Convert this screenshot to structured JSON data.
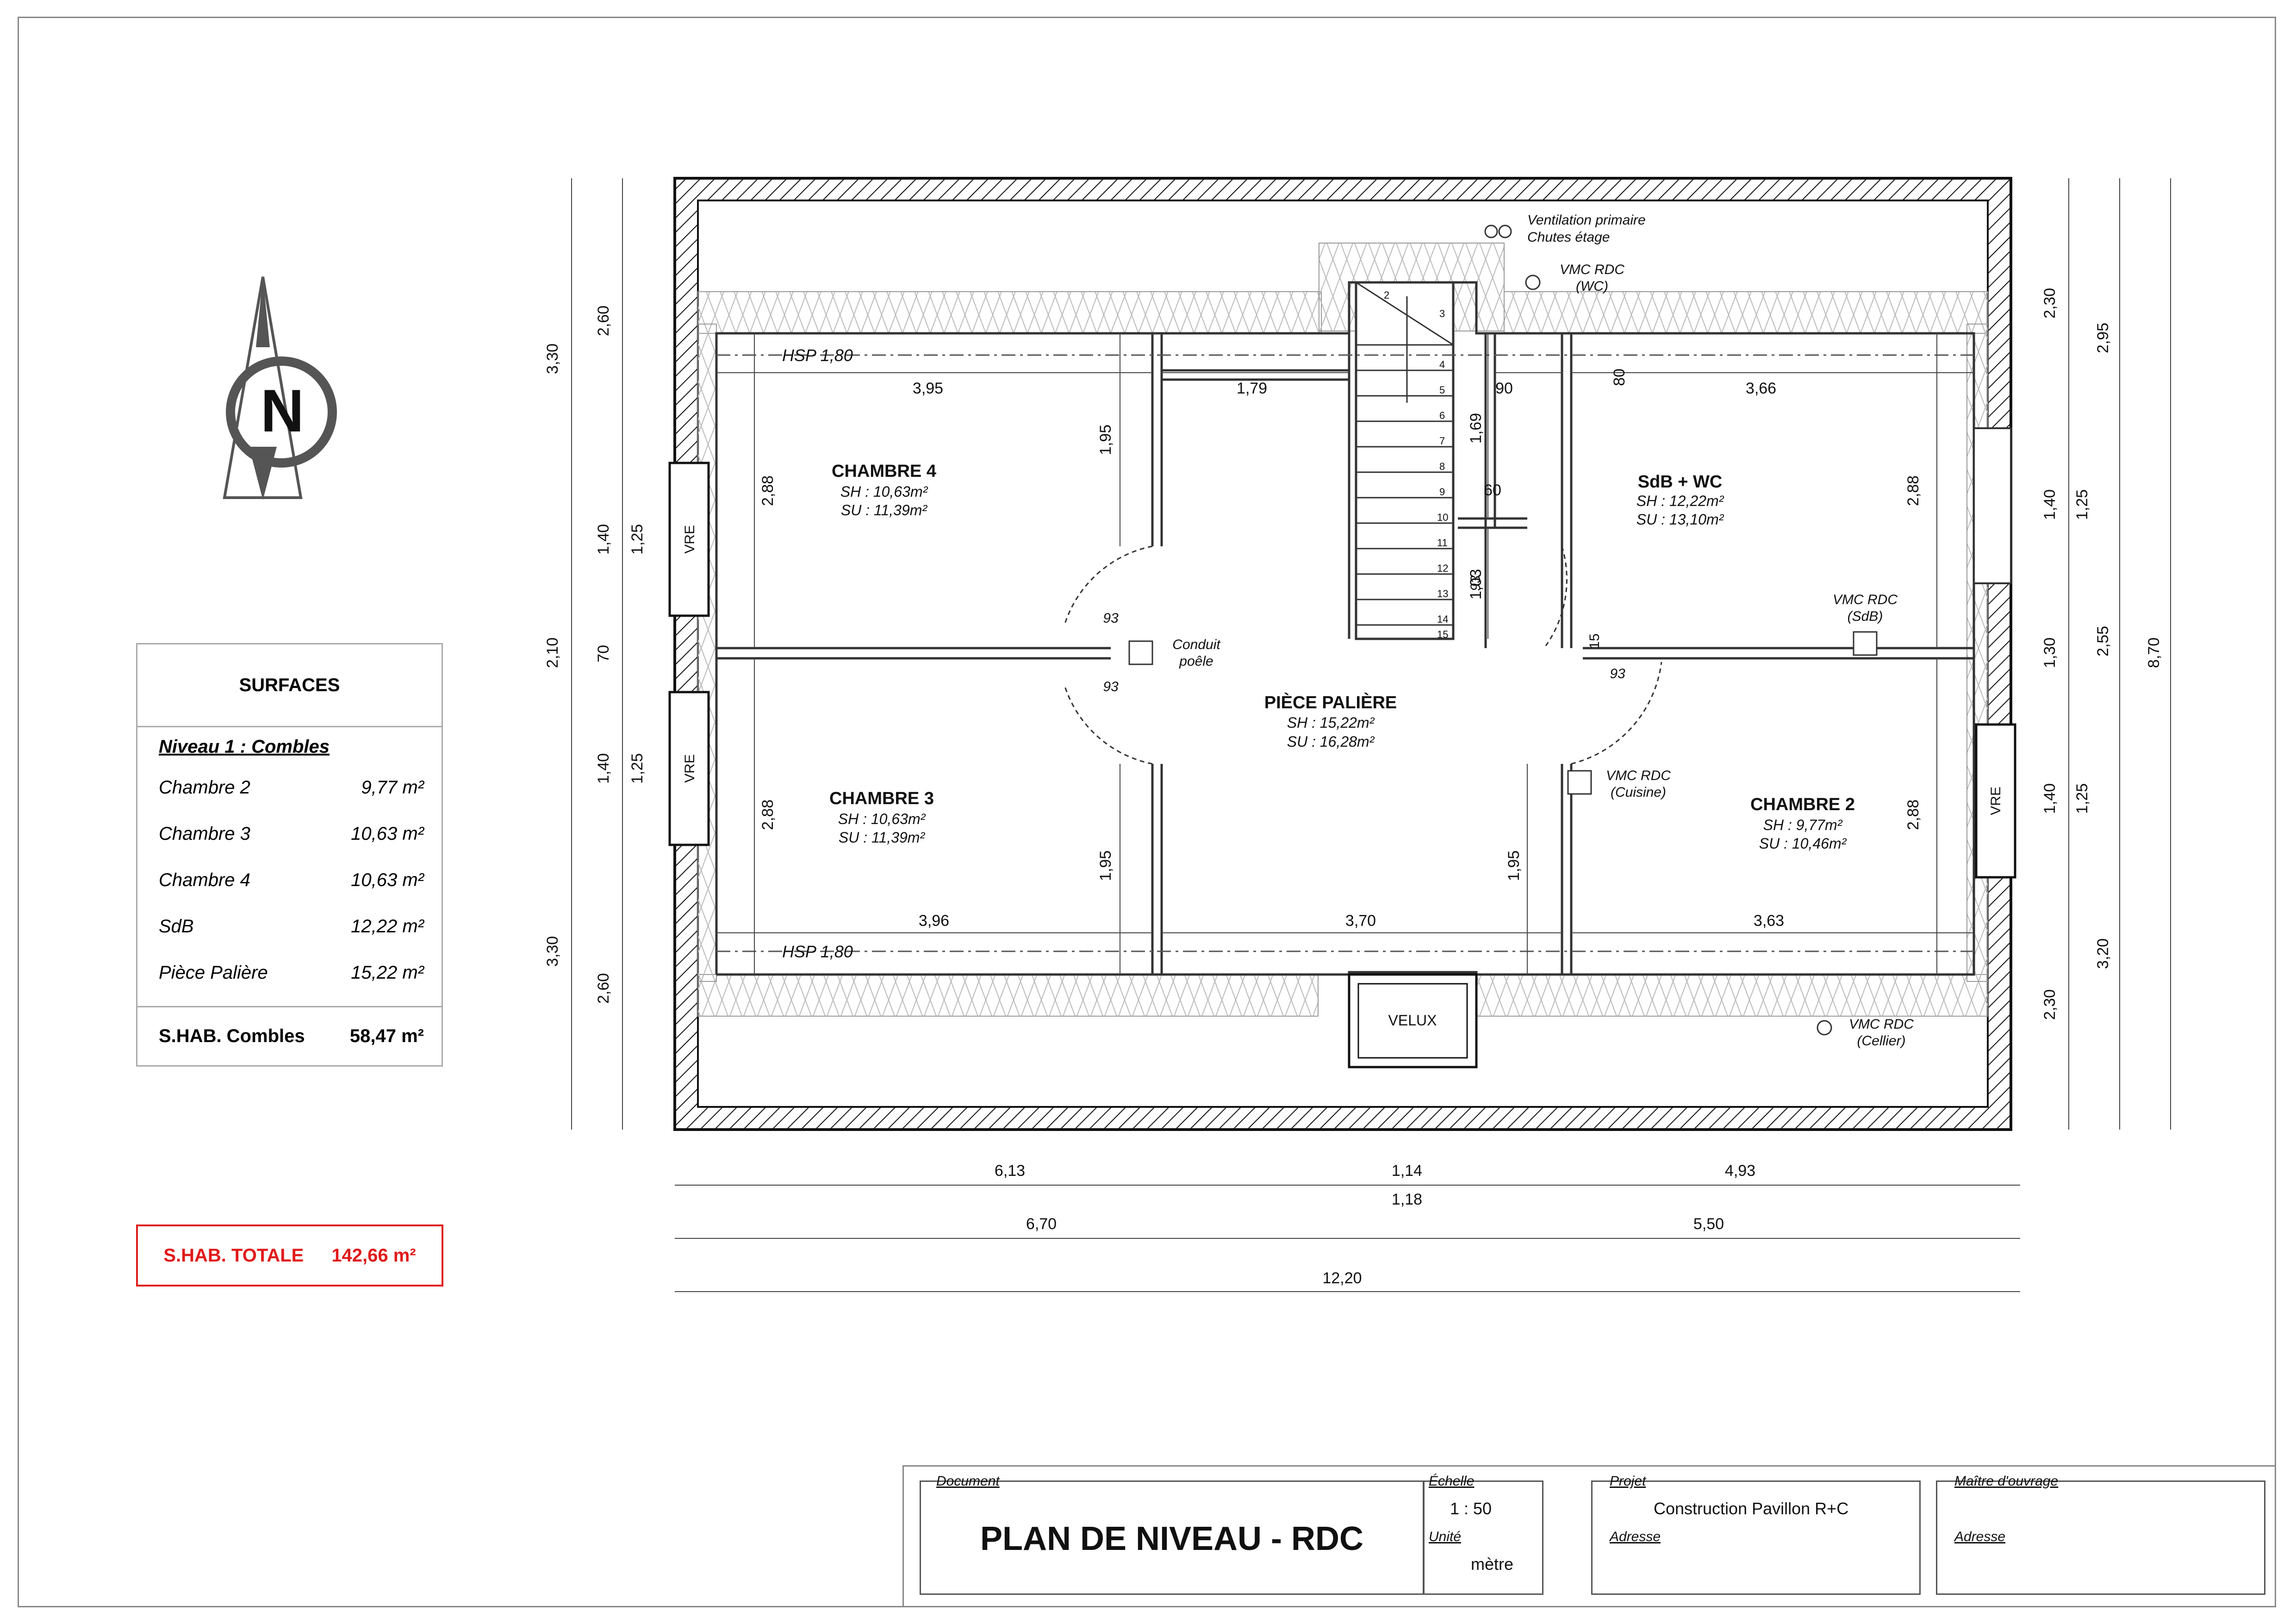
{
  "north": "N",
  "surfaces": {
    "title": "SURFACES",
    "level": "Niveau 1 : Combles",
    "rows": [
      {
        "name": "Chambre 2",
        "area": "9,77 m²"
      },
      {
        "name": "Chambre 3",
        "area": "10,63 m²"
      },
      {
        "name": "Chambre 4",
        "area": "10,63 m²"
      },
      {
        "name": "SdB",
        "area": "12,22 m²"
      },
      {
        "name": "Pièce Palière",
        "area": "15,22 m²"
      }
    ],
    "total_label": "S.HAB. Combles",
    "total_value": "58,47 m²"
  },
  "grand_total": {
    "label": "S.HAB. TOTALE",
    "value": "142,66 m²"
  },
  "rooms": {
    "chambre4": {
      "name": "CHAMBRE 4",
      "sh": "SH : 10,63m²",
      "su": "SU : 11,39m²"
    },
    "chambre3": {
      "name": "CHAMBRE 3",
      "sh": "SH : 10,63m²",
      "su": "SU : 11,39m²"
    },
    "chambre2": {
      "name": "CHAMBRE 2",
      "sh": "SH : 9,77m²",
      "su": "SU : 10,46m²"
    },
    "sdb": {
      "name": "SdB + WC",
      "sh": "SH : 12,22m²",
      "su": "SU : 13,10m²"
    },
    "palier": {
      "name": "PIÈCE PALIÈRE",
      "sh": "SH : 15,22m²",
      "su": "SU : 16,28m²"
    }
  },
  "labels": {
    "hsp": "HSP 1,80",
    "vre": "VRE",
    "velux": "VELUX",
    "ventilation_1": "Ventilation primaire",
    "ventilation_2": "Chutes étage",
    "vmc": "VMC RDC",
    "vmc_wc": "(WC)",
    "vmc_sdb": "(SdB)",
    "vmc_cuisine": "(Cuisine)",
    "vmc_cellier": "(Cellier)",
    "conduit_1": "Conduit",
    "conduit_2": "poêle",
    "door": "93"
  },
  "stairs": [
    "2",
    "3",
    "4",
    "5",
    "6",
    "7",
    "8",
    "9",
    "10",
    "11",
    "12",
    "13",
    "14",
    "15"
  ],
  "dims": {
    "top": [
      "3,95",
      "1,79",
      "90",
      "80",
      "3,66"
    ],
    "bottom": [
      "3,96",
      "3,70",
      "3,63"
    ],
    "vertical": [
      "2,88",
      "1,95",
      "1,69",
      "60",
      "1,03",
      "15"
    ],
    "left_outer": [
      "3,30",
      "2,10",
      "3,30"
    ],
    "left_inner": [
      "2,60",
      "1,40",
      "70",
      "1,40",
      "2,60"
    ],
    "left_small": [
      "1,25",
      "1,25"
    ],
    "right_inner": [
      "2,30",
      "1,40",
      "1,30",
      "1,40",
      "2,30"
    ],
    "right_mid": [
      "1,25",
      "1,25"
    ],
    "right_outer": [
      "2,95",
      "2,55",
      "3,20"
    ],
    "right_total": "8,70",
    "horizontal_1": [
      "6,13",
      "1,14",
      "4,93"
    ],
    "horizontal_1b": "1,18",
    "horizontal_2": [
      "6,70",
      "5,50"
    ],
    "horizontal_3": "12,20"
  },
  "title_block": {
    "document_label": "Document",
    "document": "PLAN DE NIVEAU - RDC",
    "scale_label": "Échelle",
    "scale": "1 : 50",
    "unit_label": "Unité",
    "unit": "mètre",
    "project_label": "Projet",
    "project": "Construction Pavillon R+C",
    "address_label": "Adresse",
    "owner_label": "Maître d'ouvrage",
    "owner_address_label": "Adresse"
  }
}
